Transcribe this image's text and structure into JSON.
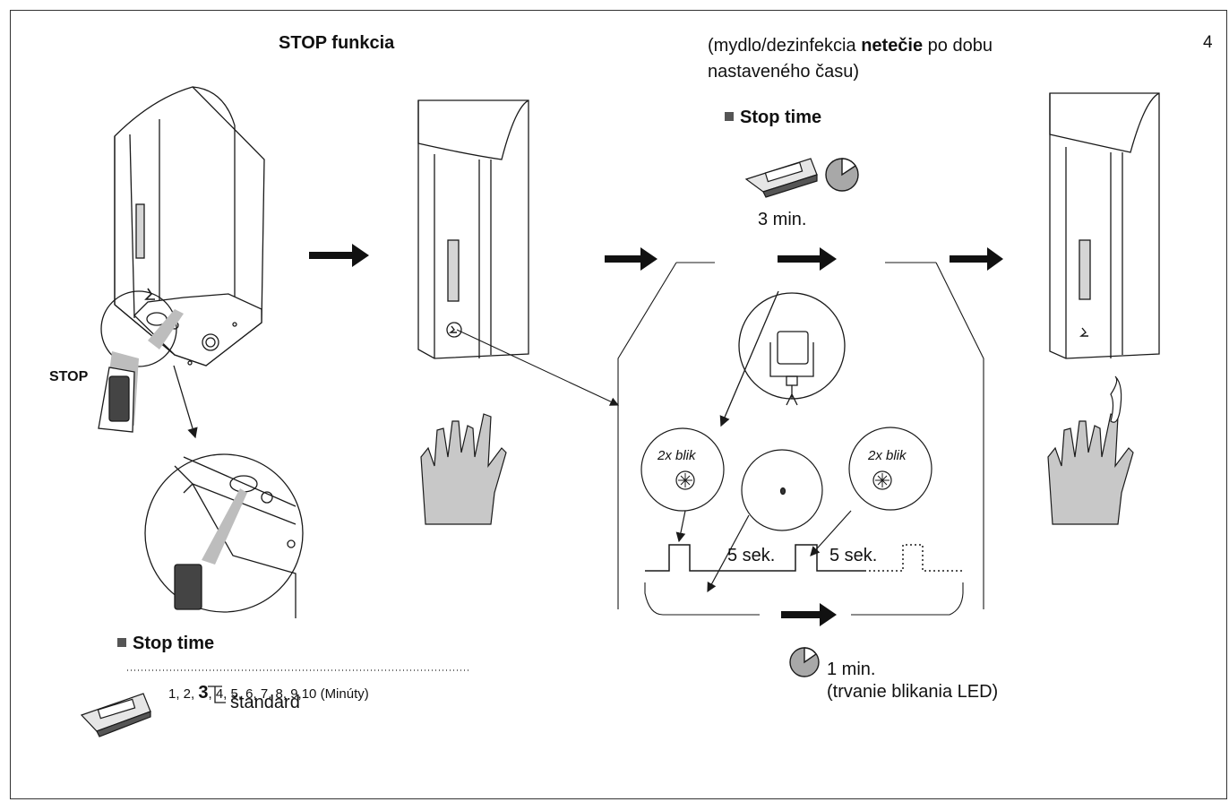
{
  "page_number": "4",
  "title": "STOP  funkcia",
  "note": {
    "prefix": "(mydlo/dezinfekcia ",
    "emphasis": "netečie",
    "suffix_line1": " po dobu",
    "line2": "nastaveného času)"
  },
  "stop_button_label": "STOP",
  "top_stop_time": {
    "label": "Stop time",
    "value": "3 min."
  },
  "blink_2x": "2x blik",
  "pause_label": "5 sek.",
  "led_duration": {
    "value": "1 min.",
    "caption": "(trvanie blikania LED)"
  },
  "settings": {
    "label": "Stop time",
    "options_before": "1, 2, ",
    "options_selected": "3",
    "options_after": ", 4, 5, 6, 7, 8, 9,10 (Minúty)",
    "default_label": "štandard"
  },
  "colors": {
    "line": "#1a1a1a",
    "hand_fill": "#c8c8c8",
    "pie_fill": "#a8a8a8",
    "marker": "#555555"
  }
}
